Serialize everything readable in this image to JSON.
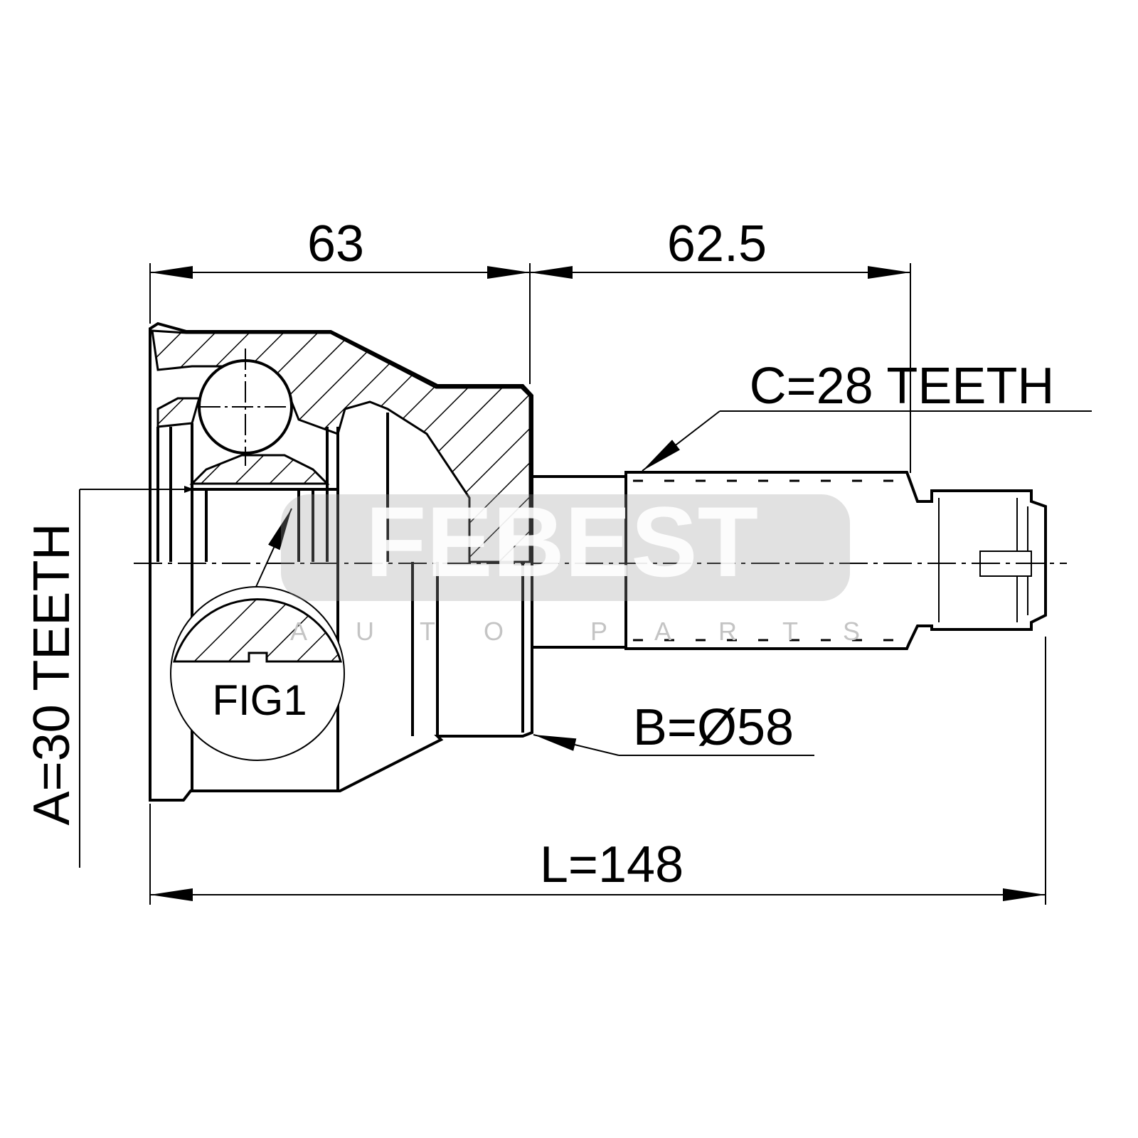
{
  "drawing": {
    "dimensions": {
      "outer_housing_length": "63",
      "shaft_length": "62.5",
      "total_length": "L=148",
      "outer_diameter": "B=Ø58",
      "outer_spline": "C=28 TEETH",
      "inner_spline": "A=30 TEETH"
    },
    "figure_label": "FIG1",
    "watermark": {
      "brand": "FEBEST",
      "tagline": [
        "A",
        "U",
        "T",
        "O",
        "P",
        "A",
        "R",
        "T",
        "S"
      ]
    }
  }
}
